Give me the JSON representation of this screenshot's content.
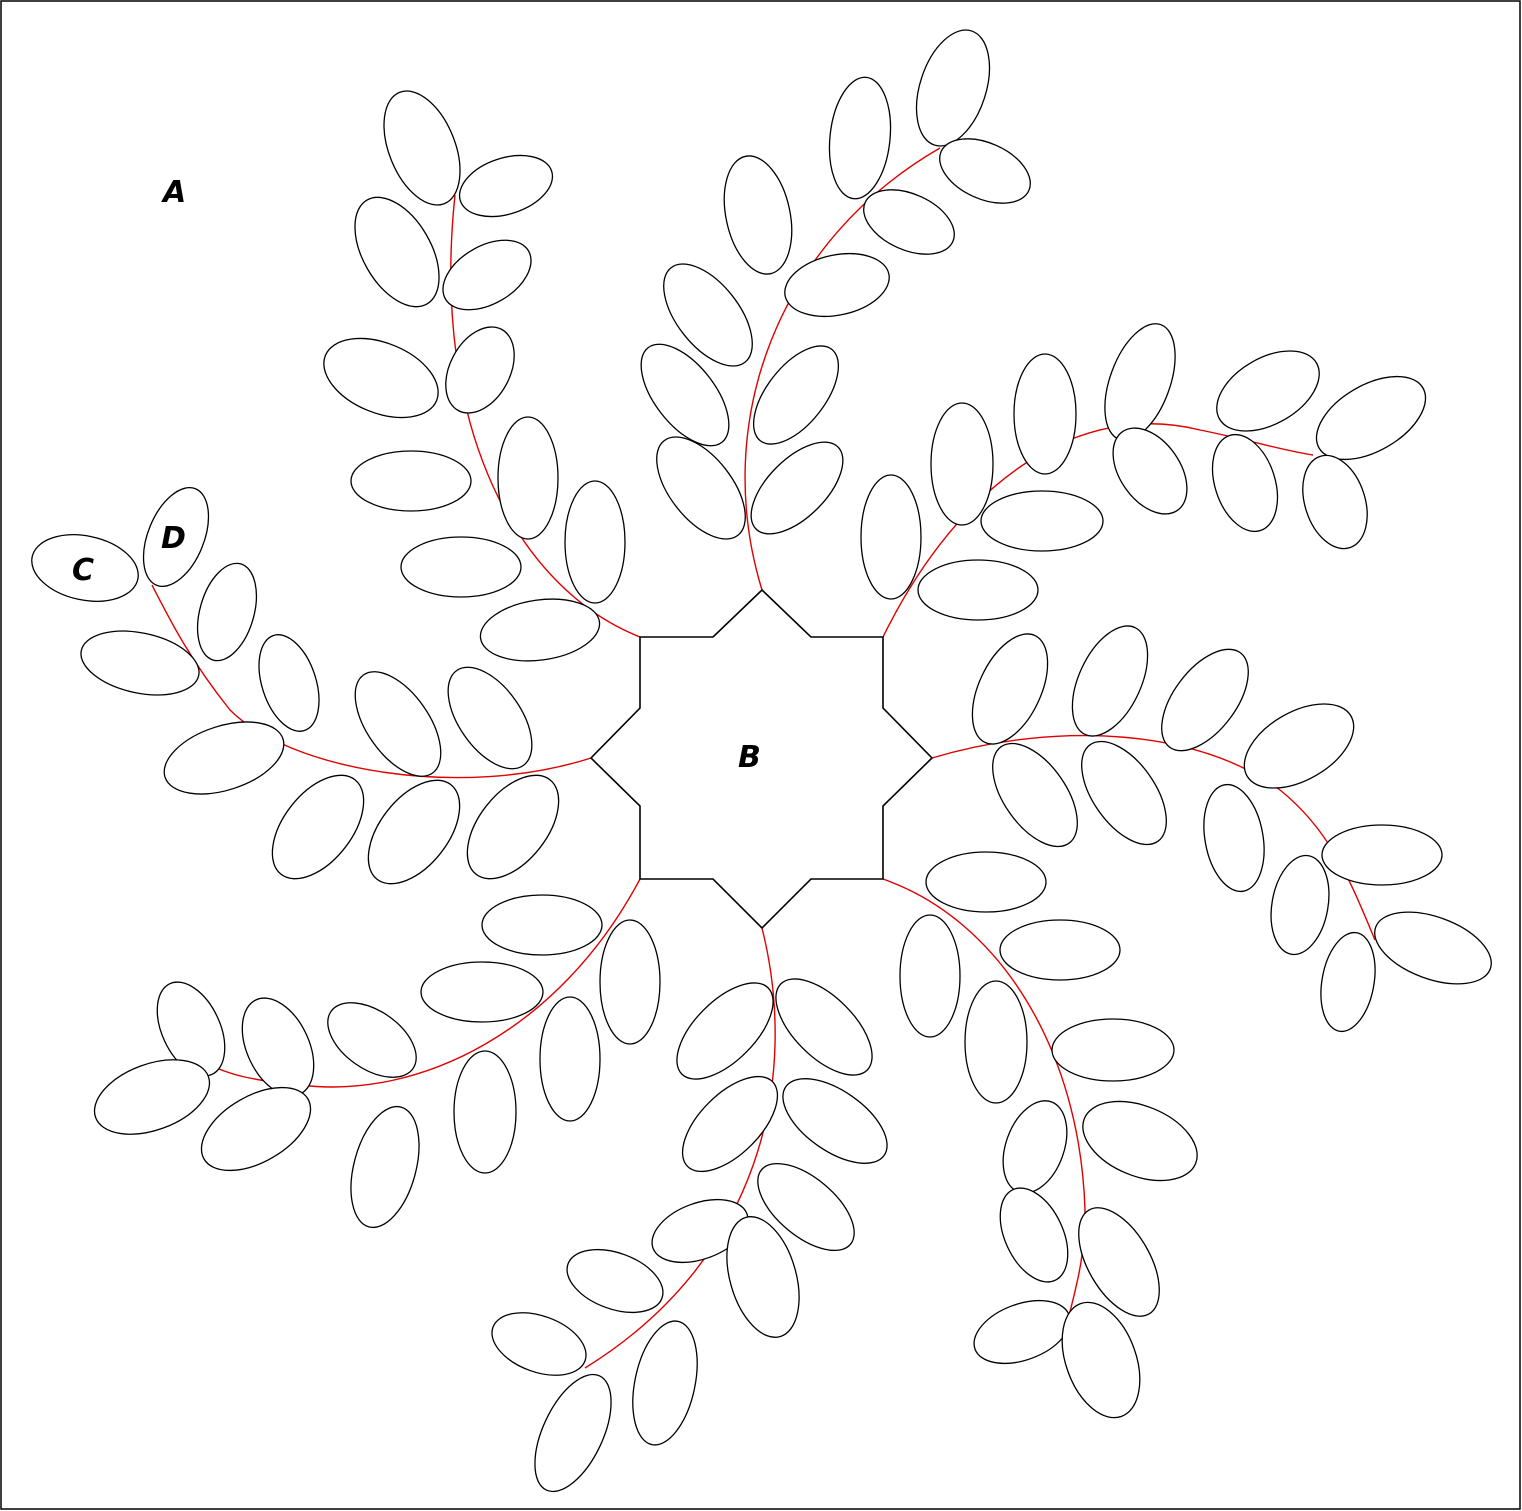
{
  "labels": {
    "a": "A",
    "b": "B",
    "c": "C",
    "d": "D"
  },
  "colors": {
    "stem": "#e00000",
    "outline": "#000000",
    "background": "#ffffff"
  },
  "branch_count": 8
}
